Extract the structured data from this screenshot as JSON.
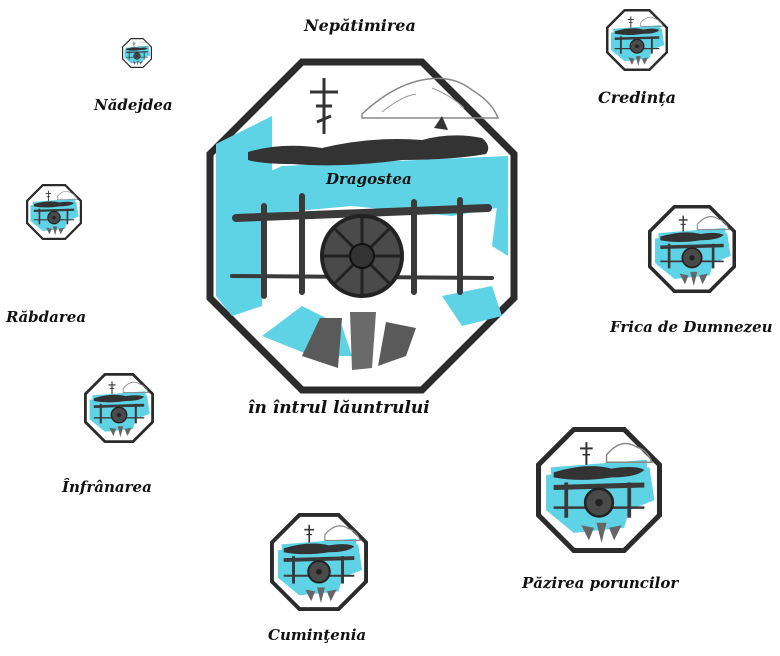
{
  "center": {
    "top_label": "Nepătimirea",
    "inner_label": "Dragostea",
    "bottom_label": "în întrul lăuntrului"
  },
  "satellites": [
    {
      "id": "nadejdea",
      "label": "Nădejdea"
    },
    {
      "id": "credinta",
      "label": "Credința"
    },
    {
      "id": "rabdarea",
      "label": "Răbdarea"
    },
    {
      "id": "frica",
      "label": "Frica de Dumnezeu"
    },
    {
      "id": "infranarea",
      "label": "Înfrânarea"
    },
    {
      "id": "pazirea",
      "label": "Păzirea poruncilor"
    },
    {
      "id": "cumintenia",
      "label": "Cuminţenia"
    }
  ],
  "colors": {
    "border": "#2b2b2b",
    "water": "#5fd3e6",
    "cross": "#333333",
    "wood": "#3a3a3a"
  },
  "icons": {
    "emblem": "octagon-wheel-emblem",
    "cross": "orthodox-cross-icon"
  }
}
